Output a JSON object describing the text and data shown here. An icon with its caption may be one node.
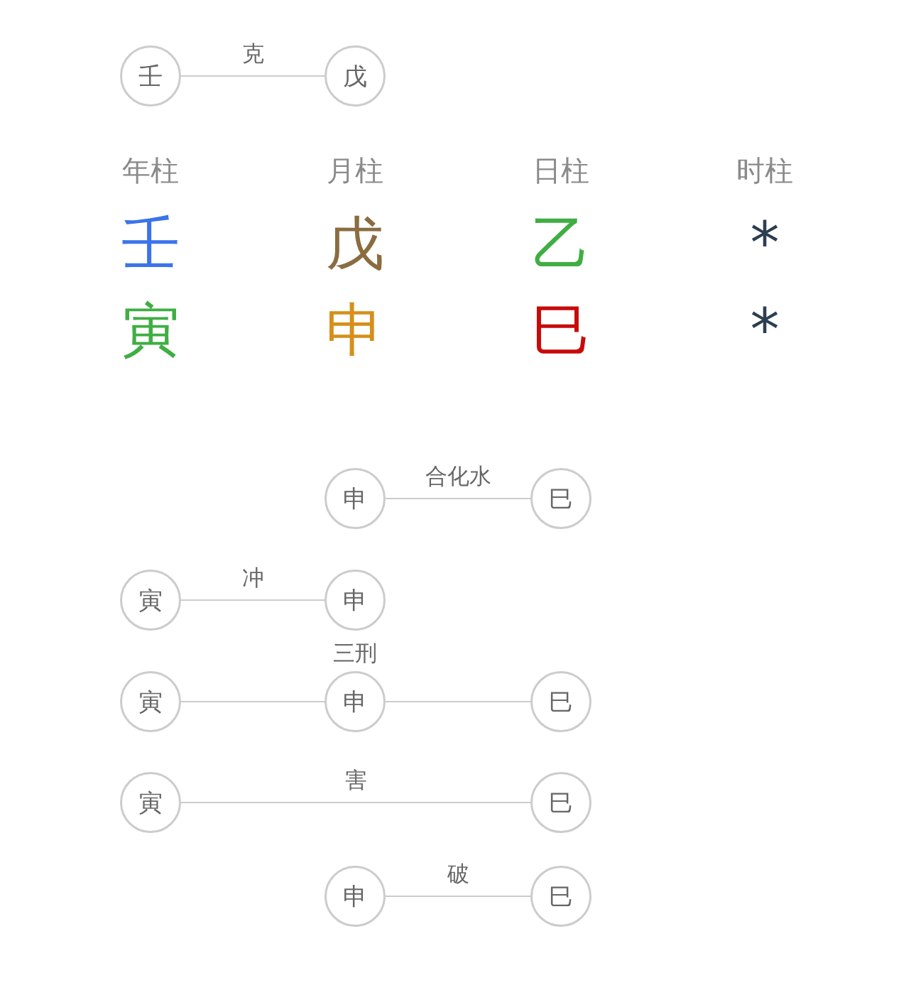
{
  "diagram": {
    "nodes": [
      {
        "text": [
          "壬"
        ]
      },
      {
        "text": [
          "戊"
        ]
      },
      {
        "text": [
          "申"
        ]
      },
      {
        "text": [
          "巳"
        ]
      },
      {
        "text": [
          "寅"
        ]
      },
      {
        "text": [
          "申"
        ]
      },
      {
        "text": [
          "寅"
        ]
      },
      {
        "text": [
          "申"
        ],
        "beside": [
          "三刑"
        ]
      },
      {
        "text": [
          "巳"
        ]
      },
      {
        "text": [
          "寅"
        ]
      },
      {
        "text": [
          "巳"
        ]
      },
      {
        "text": [
          "申"
        ]
      },
      {
        "text": [
          "巳"
        ]
      }
    ],
    "edges": [
      {
        "from": 0,
        "to": 1,
        "arrow": "none",
        "label": "克"
      },
      {
        "from": 2,
        "to": 3,
        "arrow": "none",
        "label": "合化水"
      },
      {
        "from": 4,
        "to": 5,
        "arrow": "none",
        "label": "冲"
      },
      {
        "from": 6,
        "to": 7,
        "arrow": "none"
      },
      {
        "from": 7,
        "to": 8,
        "arrow": "none"
      },
      {
        "from": 9,
        "to": 10,
        "arrow": "none",
        "label": "害"
      },
      {
        "from": 11,
        "to": 12,
        "arrow": "none",
        "label": "破"
      }
    ],
    "labels": [
      "年柱",
      "月柱",
      "日柱",
      "时柱",
      "壬",
      "戊",
      "乙",
      "*",
      "寅",
      "申",
      "巳",
      "*"
    ]
  }
}
